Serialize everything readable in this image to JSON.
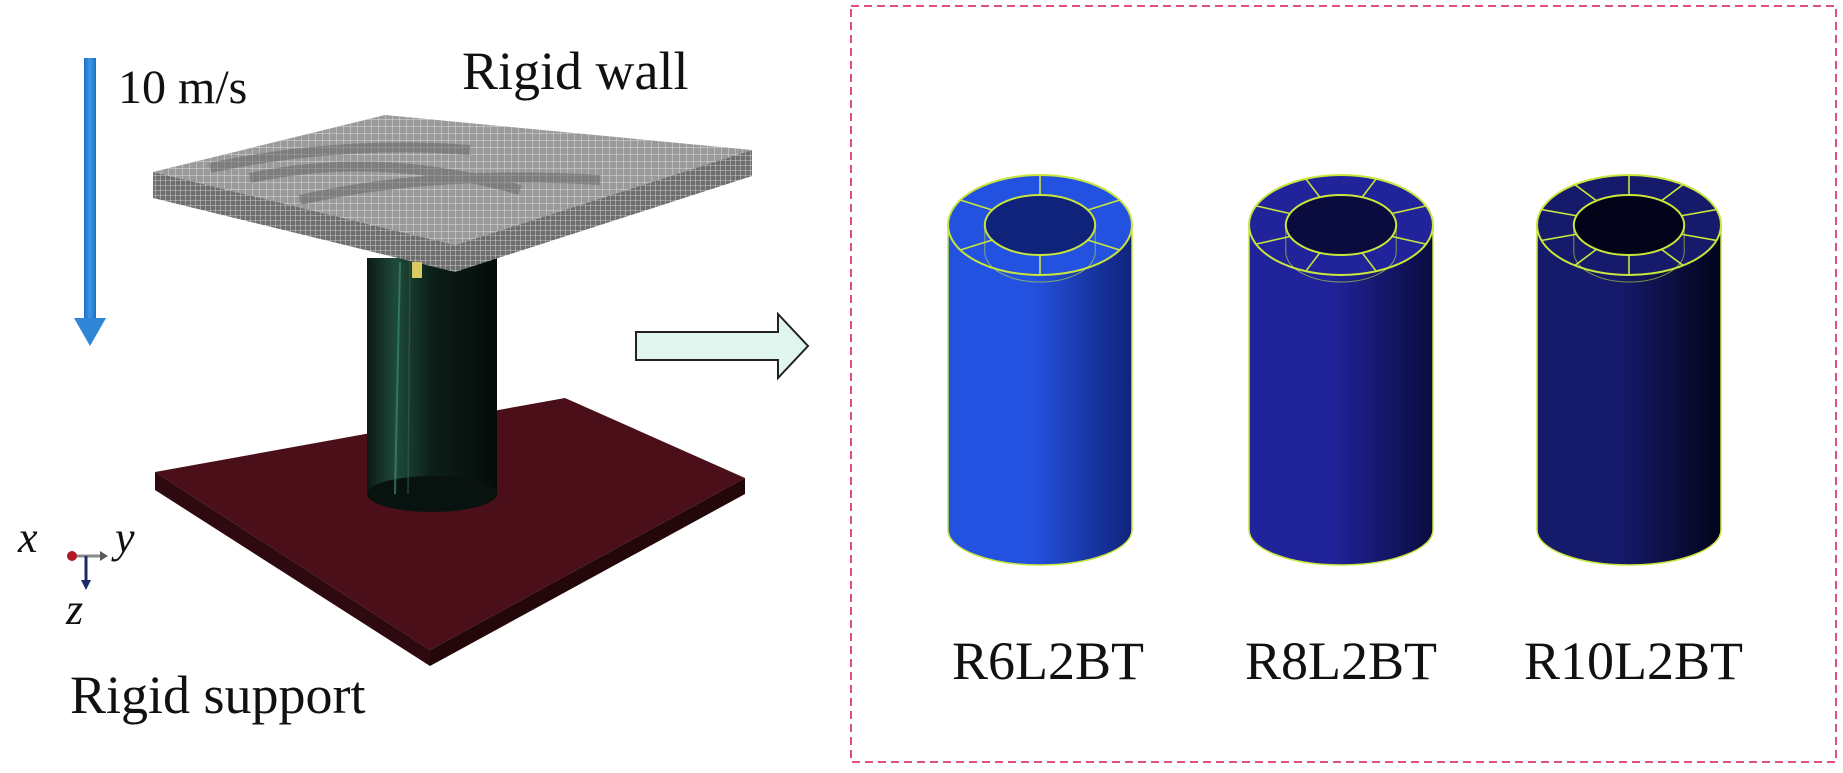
{
  "figure": {
    "velocity_label": "10 m/s",
    "top_label": "Rigid wall",
    "bottom_label": "Rigid support",
    "axes": {
      "x": "x",
      "y": "y",
      "z": "z"
    },
    "colors": {
      "arrow": "#2f86d6",
      "wall": "#8a8a8a",
      "support": "#4a0f18",
      "tube": "#0f2a22",
      "panel_border": "#e0507a",
      "flow_arrow_fill": "#dff5ee",
      "mesh_line": "#c8e63c"
    }
  },
  "cylinders": [
    {
      "label": "R6L2BT",
      "ribs": 6,
      "color_light": "#2452e0",
      "color_dark": "#10237a"
    },
    {
      "label": "R8L2BT",
      "ribs": 8,
      "color_light": "#20239a",
      "color_dark": "#0a0c3e"
    },
    {
      "label": "R10L2BT",
      "ribs": 10,
      "color_light": "#151a6a",
      "color_dark": "#03041a"
    }
  ]
}
